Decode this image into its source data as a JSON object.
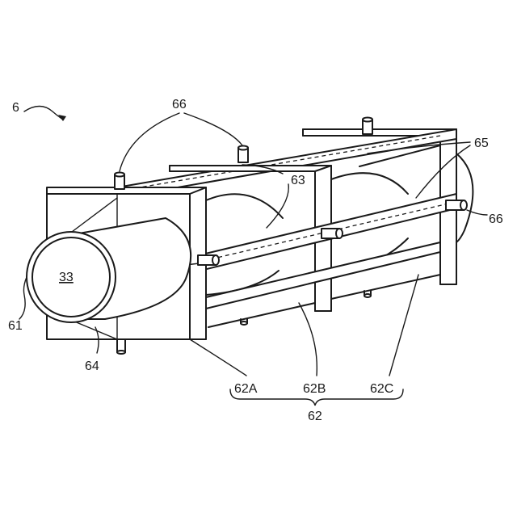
{
  "labels": {
    "fig": "6",
    "pipe": "33",
    "outer": "61",
    "clamp_group": "62",
    "clamp_a": "62A",
    "clamp_b": "62B",
    "clamp_c": "62C",
    "brace": "63",
    "bottom_brace": "64",
    "rails": "65",
    "pins_top": "66",
    "pin_right": "66"
  }
}
